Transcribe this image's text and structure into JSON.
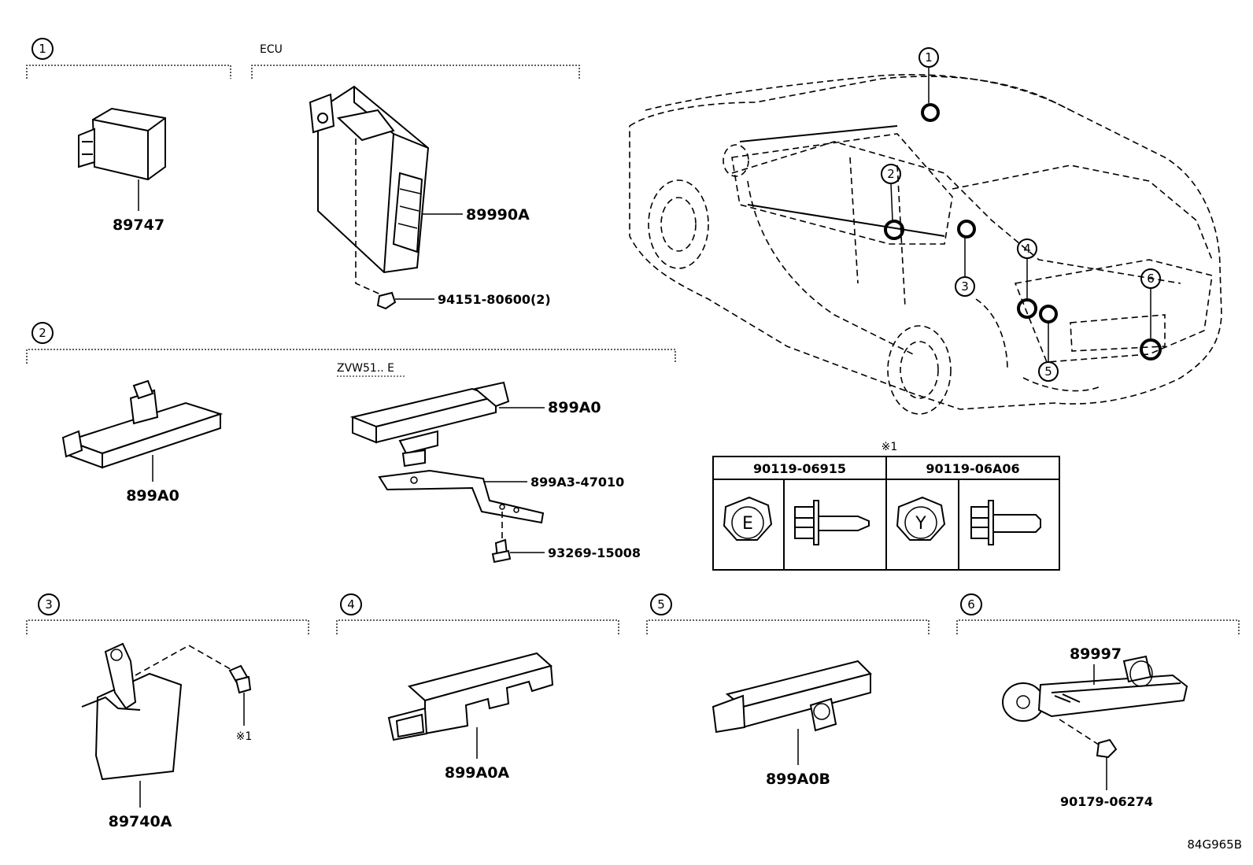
{
  "sections": [
    {
      "num": "1",
      "label": "",
      "parts": [
        "89747"
      ]
    },
    {
      "num": "",
      "label": "ECU",
      "parts": [
        "89990A",
        "94151-80600(2)"
      ]
    },
    {
      "num": "2",
      "label": "",
      "parts": [
        "899A0"
      ]
    },
    {
      "variant": "ZVW51.. E",
      "parts": [
        "899A0",
        "899A3-47010",
        "93269-15008"
      ]
    },
    {
      "num": "3",
      "parts": [
        "89740A"
      ],
      "note_mark": "※1"
    },
    {
      "num": "4",
      "parts": [
        "899A0A"
      ]
    },
    {
      "num": "5",
      "parts": [
        "899A0B"
      ]
    },
    {
      "num": "6",
      "parts": [
        "89997",
        "90179-06274"
      ]
    }
  ],
  "car_callouts": [
    "1",
    "2",
    "3",
    "4",
    "5",
    "6"
  ],
  "note_table": {
    "mark": "※1",
    "headers": [
      "90119-06915",
      "90119-06A06"
    ],
    "bolt_marks": [
      "E",
      "Y"
    ]
  },
  "diagram_code": "84G965B"
}
